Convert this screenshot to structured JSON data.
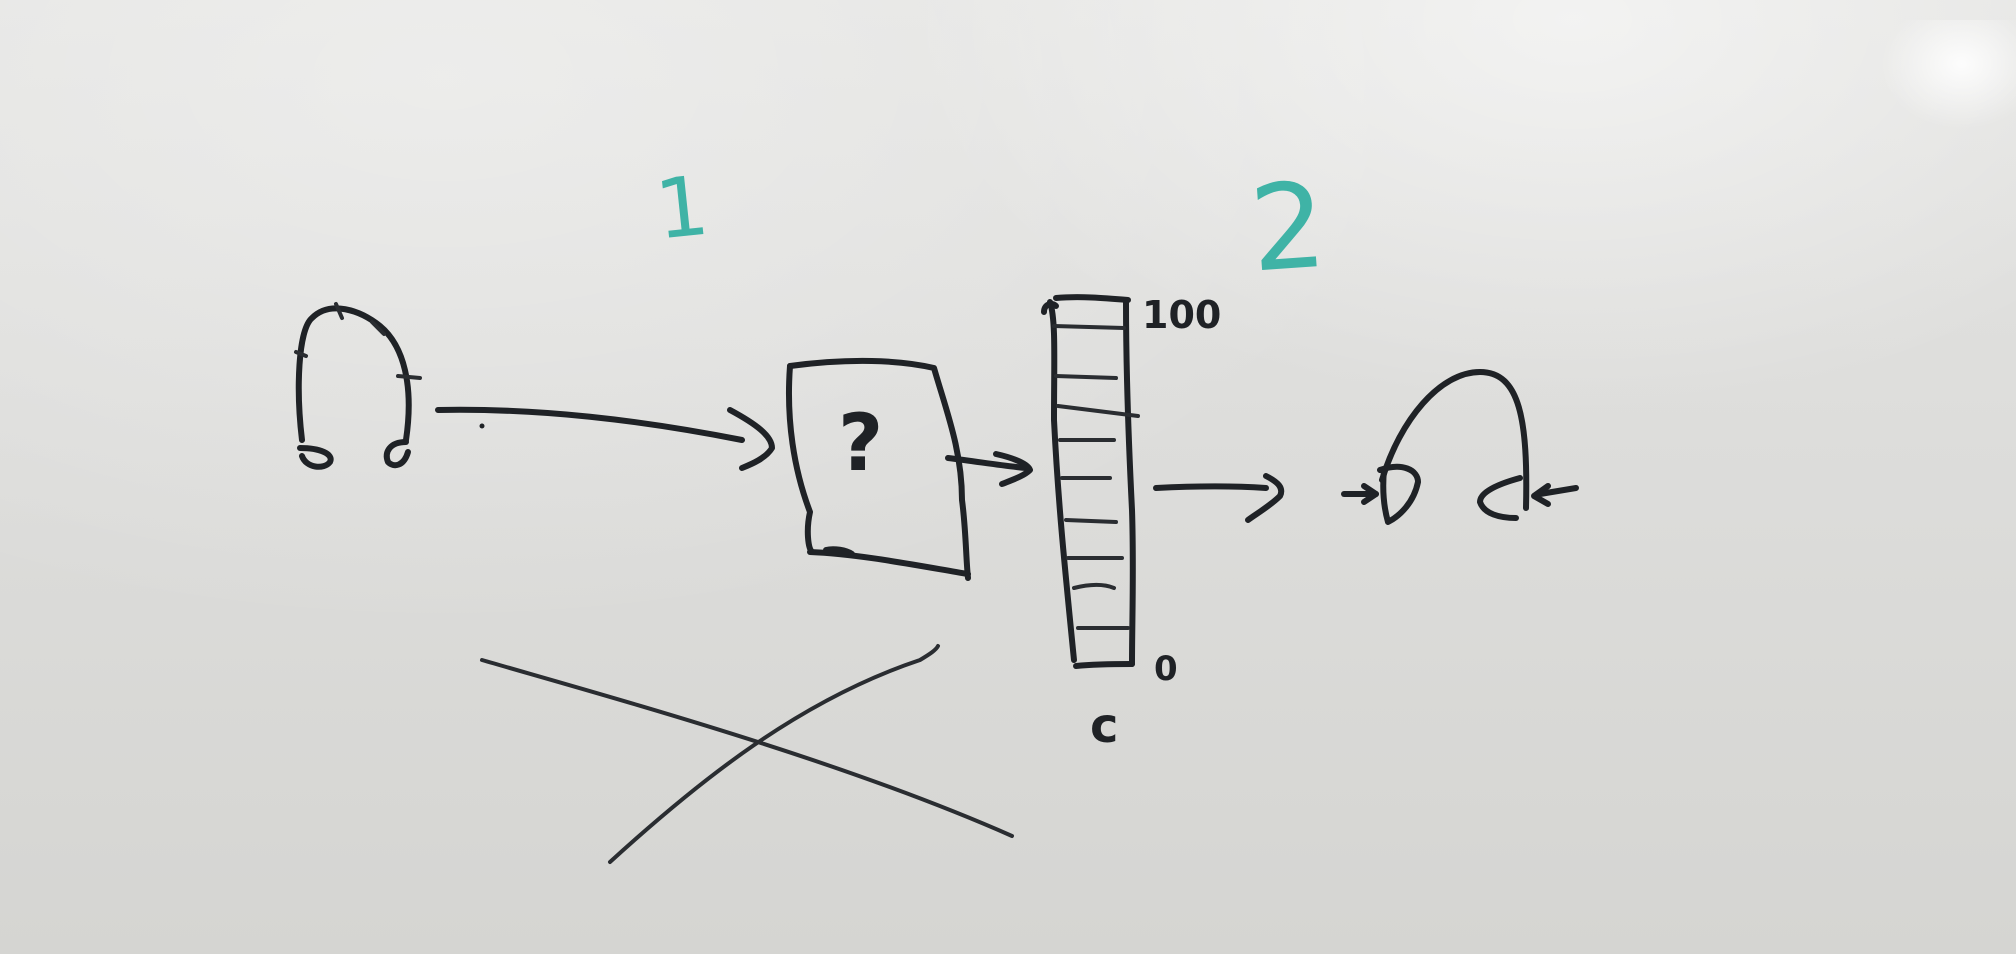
{
  "whiteboard": {
    "step_labels": [
      "1",
      "2"
    ],
    "box_symbol": "?",
    "scale_top_label": "100",
    "scale_bottom_label": "0",
    "scale_unit_label": "c"
  },
  "colors": {
    "board": "#dddddb",
    "black_ink": "#1f2226",
    "teal_ink": "#3fb3a6"
  }
}
